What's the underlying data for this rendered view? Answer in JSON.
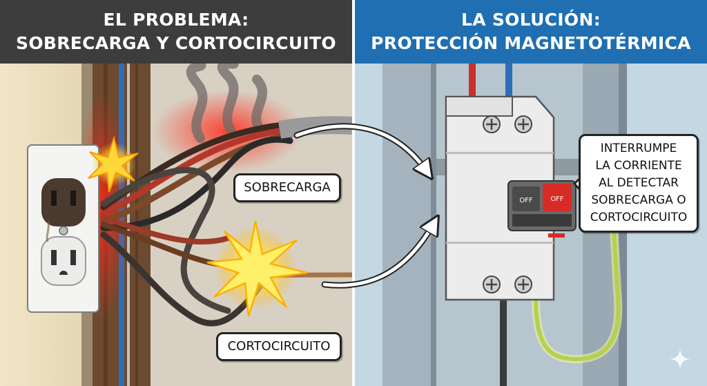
{
  "header_left": {
    "line1": "EL PROBLEMA:",
    "line2": "SOBRECARGA Y CORTOCIRCUITO"
  },
  "header_right": {
    "line1": "LA SOLUCIÓN:",
    "line2": "PROTECCIÓN MAGNETOTÉRMICA"
  },
  "labels": {
    "overload": "SOBRECARGA",
    "short_circuit": "CORTOCIRCUITO"
  },
  "breaker": {
    "switch_left": "OFF",
    "switch_right": "OFF"
  },
  "callout": {
    "lines": [
      "INTERRUMPE",
      "LA CORRIENTE",
      "AL DETECTAR",
      "SOBRECARGA O",
      "CORTOCIRCUITO"
    ]
  },
  "icons": [
    "spark-icon",
    "smoke-icon",
    "arrow-icon",
    "sparkle-icon"
  ],
  "colors": {
    "header_left": "#3d3d3d",
    "header_right": "#1f6fb2",
    "live_wire": "#c8302a",
    "neutral_wire": "#2f6db8",
    "earth_wire": "#b8d04a"
  }
}
